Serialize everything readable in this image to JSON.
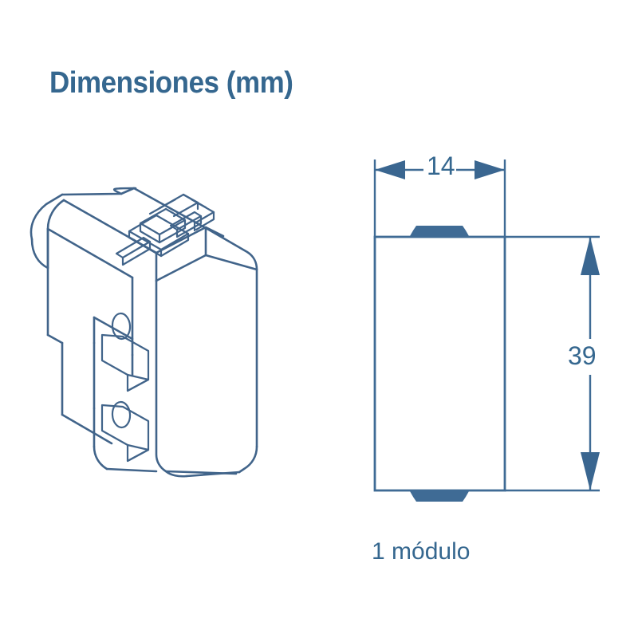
{
  "page": {
    "background_color": "#ffffff",
    "line_color": "#41648a",
    "accent_color": "#35678f"
  },
  "title": "Dimensiones (mm)",
  "caption": "1 módulo",
  "drawings": {
    "isometric": {
      "name": "isometric-module-view",
      "description": "3D line drawing of electrical module"
    },
    "front": {
      "name": "front-elevation-view",
      "description": "Front outline with tabs"
    }
  },
  "dimensions": {
    "width": {
      "label": "14",
      "orientation": "horizontal",
      "unit": "mm"
    },
    "height": {
      "label": "39",
      "orientation": "vertical",
      "unit": "mm"
    }
  },
  "chart_data": {
    "type": "table",
    "title": "Dimensiones (mm)",
    "categories": [
      "14",
      "39"
    ],
    "values": [
      14,
      39
    ],
    "annotations": [
      "1 módulo"
    ]
  }
}
